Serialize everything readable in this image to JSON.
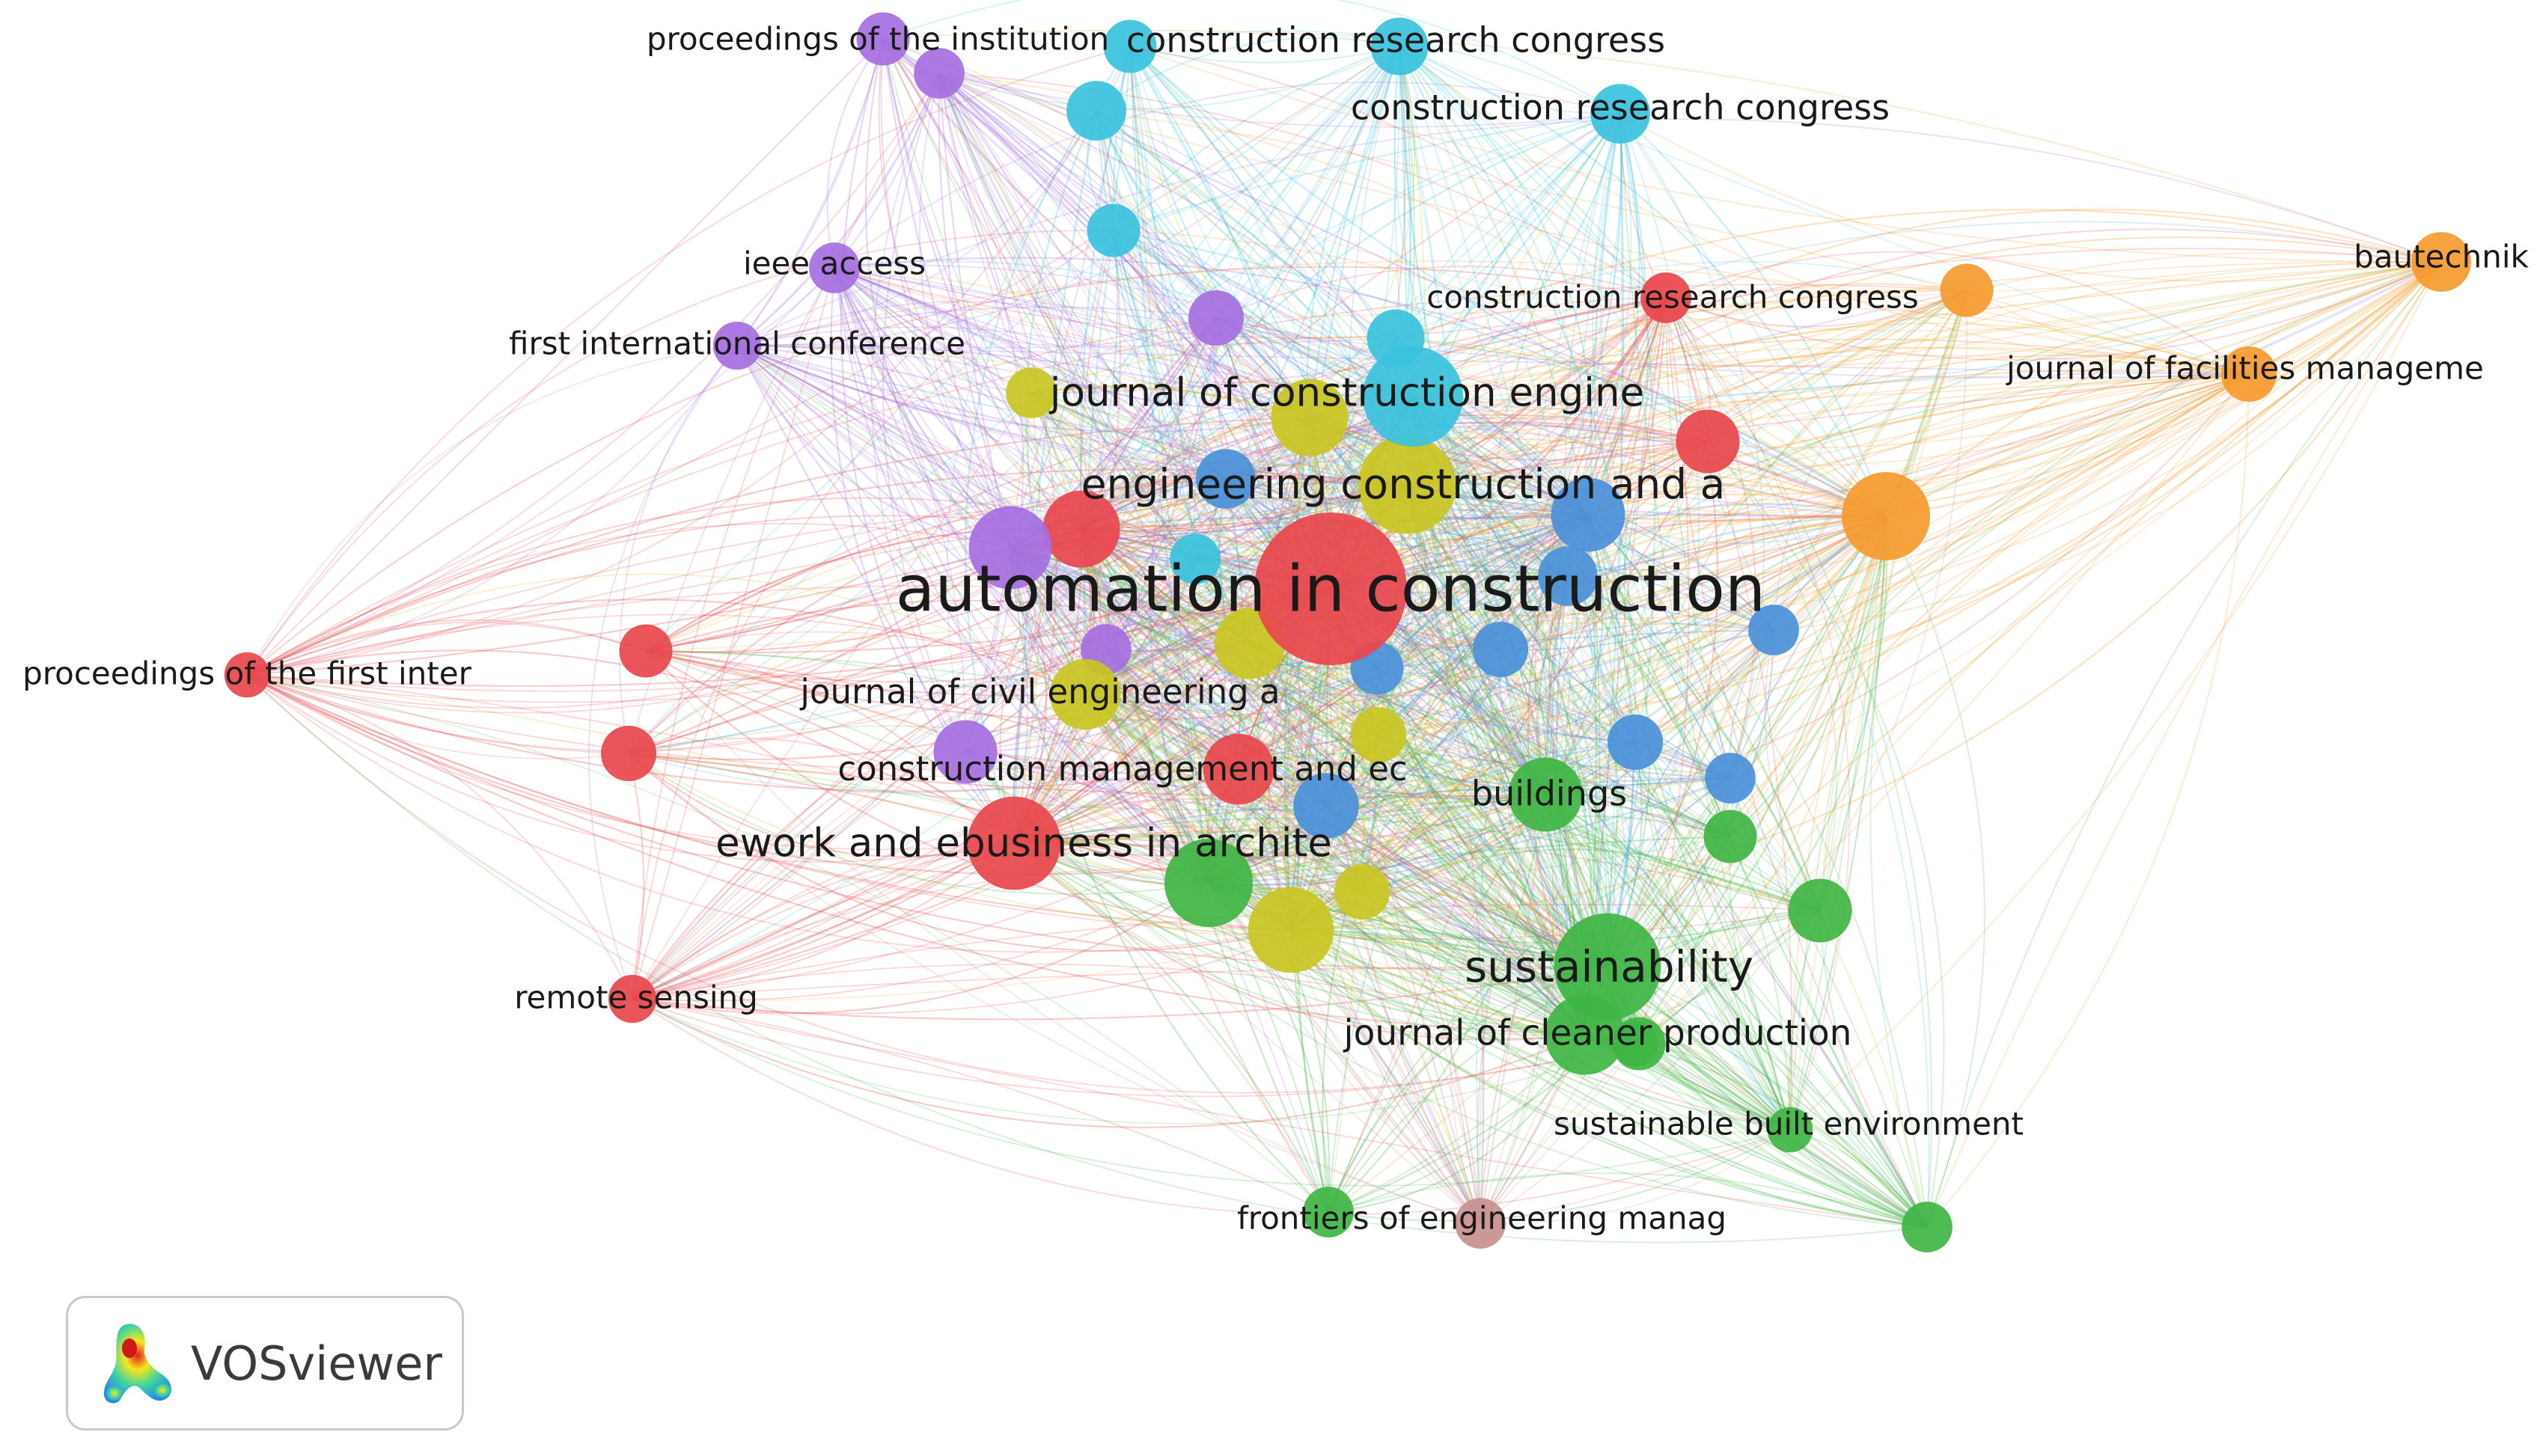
{
  "colors": {
    "red": "#e8474c",
    "green": "#3fb544",
    "blue": "#4a90d9",
    "yellow": "#c9c622",
    "purple": "#a56fe0",
    "cyan": "#39c2dd",
    "orange": "#f59a2e",
    "brown": "#c89090"
  },
  "nodes": [
    {
      "id": "aic",
      "label": "automation in construction",
      "cluster": "red",
      "weight": 100
    },
    {
      "id": "ework",
      "label": "ework and ebusiness in archite",
      "cluster": "red",
      "weight": 34
    },
    {
      "id": "crc3",
      "label": "construction research congress",
      "cluster": "red",
      "weight": 8
    },
    {
      "id": "pfi",
      "label": "proceedings of the first inter",
      "cluster": "red",
      "weight": 6
    },
    {
      "id": "rs",
      "label": "remote sensing",
      "cluster": "red",
      "weight": 7
    },
    {
      "id": "r_a",
      "label": "",
      "cluster": "red",
      "weight": 22
    },
    {
      "id": "r_b",
      "label": "",
      "cluster": "red",
      "weight": 14
    },
    {
      "id": "r_c",
      "label": "",
      "cluster": "red",
      "weight": 9
    },
    {
      "id": "r_d",
      "label": "",
      "cluster": "red",
      "weight": 10
    },
    {
      "id": "r_e",
      "label": "",
      "cluster": "red",
      "weight": 18
    },
    {
      "id": "sust",
      "label": "sustainability",
      "cluster": "green",
      "weight": 46
    },
    {
      "id": "jcp",
      "label": "journal of cleaner production",
      "cluster": "green",
      "weight": 24
    },
    {
      "id": "bld",
      "label": "buildings",
      "cluster": "green",
      "weight": 20
    },
    {
      "id": "sbe",
      "label": "sustainable built environment",
      "cluster": "green",
      "weight": 6
    },
    {
      "id": "g_a",
      "label": "",
      "cluster": "green",
      "weight": 30
    },
    {
      "id": "g_b",
      "label": "",
      "cluster": "green",
      "weight": 14
    },
    {
      "id": "g_c",
      "label": "",
      "cluster": "green",
      "weight": 9
    },
    {
      "id": "g_d",
      "label": "",
      "cluster": "green",
      "weight": 9
    },
    {
      "id": "g_e",
      "label": "",
      "cluster": "green",
      "weight": 8
    },
    {
      "id": "g_f",
      "label": "",
      "cluster": "green",
      "weight": 6
    },
    {
      "id": "jce",
      "label": "journal of construction engine",
      "cluster": "cyan",
      "weight": 40
    },
    {
      "id": "crc1",
      "label": "construction research congress",
      "cluster": "cyan",
      "weight": 11
    },
    {
      "id": "crc2",
      "label": "construction research congress",
      "cluster": "cyan",
      "weight": 12
    },
    {
      "id": "c_a",
      "label": "",
      "cluster": "cyan",
      "weight": 12
    },
    {
      "id": "c_b",
      "label": "",
      "cluster": "cyan",
      "weight": 9
    },
    {
      "id": "c_c",
      "label": "",
      "cluster": "cyan",
      "weight": 11
    },
    {
      "id": "c_d",
      "label": "",
      "cluster": "cyan",
      "weight": 9
    },
    {
      "id": "c_e",
      "label": "",
      "cluster": "cyan",
      "weight": 8
    },
    {
      "id": "eca",
      "label": "engineering construction and a",
      "cluster": "yellow",
      "weight": 38
    },
    {
      "id": "jcea",
      "label": "journal of civil engineering a",
      "cluster": "yellow",
      "weight": 18
    },
    {
      "id": "y_a",
      "label": "",
      "cluster": "yellow",
      "weight": 28
    },
    {
      "id": "y_b",
      "label": "",
      "cluster": "yellow",
      "weight": 22
    },
    {
      "id": "y_c",
      "label": "",
      "cluster": "yellow",
      "weight": 18
    },
    {
      "id": "y_d",
      "label": "",
      "cluster": "yellow",
      "weight": 10
    },
    {
      "id": "y_e",
      "label": "",
      "cluster": "yellow",
      "weight": 10
    },
    {
      "id": "y_f",
      "label": "",
      "cluster": "yellow",
      "weight": 8
    },
    {
      "id": "b_a",
      "label": "",
      "cluster": "blue",
      "weight": 20
    },
    {
      "id": "b_b",
      "label": "",
      "cluster": "blue",
      "weight": 15
    },
    {
      "id": "b_c",
      "label": "",
      "cluster": "blue",
      "weight": 12
    },
    {
      "id": "b_d",
      "label": "",
      "cluster": "blue",
      "weight": 12
    },
    {
      "id": "b_e",
      "label": "",
      "cluster": "blue",
      "weight": 10
    },
    {
      "id": "b_f",
      "label": "",
      "cluster": "blue",
      "weight": 10
    },
    {
      "id": "b_g",
      "label": "",
      "cluster": "blue",
      "weight": 9
    },
    {
      "id": "b_h",
      "label": "",
      "cluster": "blue",
      "weight": 8
    },
    {
      "id": "b_i",
      "label": "",
      "cluster": "blue",
      "weight": 8
    },
    {
      "id": "cmec",
      "label": "construction management and ec",
      "cluster": "purple",
      "weight": 14
    },
    {
      "id": "pinst",
      "label": "proceedings of the institution",
      "cluster": "purple",
      "weight": 8
    },
    {
      "id": "ieee",
      "label": "ieee access",
      "cluster": "purple",
      "weight": 8
    },
    {
      "id": "fic",
      "label": "first international conference",
      "cluster": "purple",
      "weight": 7
    },
    {
      "id": "p_a",
      "label": "",
      "cluster": "purple",
      "weight": 26
    },
    {
      "id": "p_b",
      "label": "",
      "cluster": "purple",
      "weight": 10
    },
    {
      "id": "p_c",
      "label": "",
      "cluster": "purple",
      "weight": 9
    },
    {
      "id": "p_d",
      "label": "",
      "cluster": "purple",
      "weight": 8
    },
    {
      "id": "baut",
      "label": "bautechnik",
      "cluster": "orange",
      "weight": 12
    },
    {
      "id": "jfm",
      "label": "journal of facilities manageme",
      "cluster": "orange",
      "weight": 10
    },
    {
      "id": "o_a",
      "label": "",
      "cluster": "orange",
      "weight": 30
    },
    {
      "id": "o_b",
      "label": "",
      "cluster": "orange",
      "weight": 9
    },
    {
      "id": "feng",
      "label": "frontiers of engineering manag",
      "cluster": "brown",
      "weight": 8
    },
    {
      "id": "g_g",
      "label": "",
      "cluster": "green",
      "weight": 8
    }
  ],
  "logo": {
    "text": "VOSviewer",
    "icon": "vosviewer-heatmap-logo-icon"
  }
}
